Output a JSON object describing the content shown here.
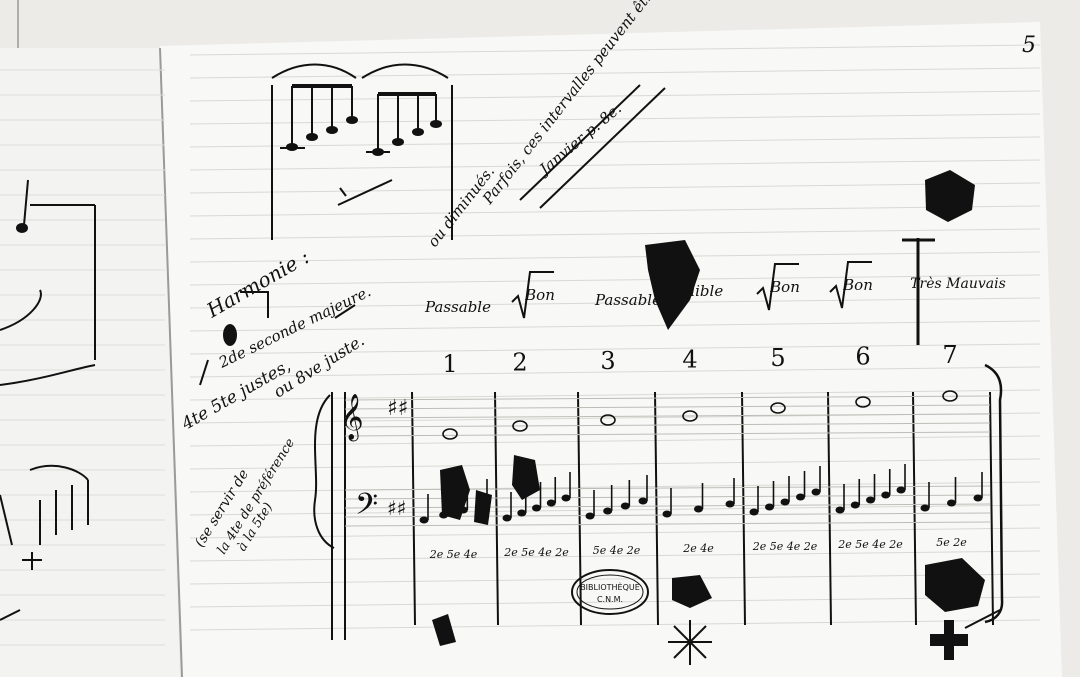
{
  "page_number": "5",
  "heading": {
    "word": "Harmonie :",
    "line1": "2de seconde majeure.",
    "line2": "4te 5te justes,",
    "line3": "ou 8ve juste.",
    "aside1": "Parfois, ces intervalles peuvent être augmentés",
    "aside2": "ou diminués.",
    "ref": "Janvier p. 8e."
  },
  "side_note": {
    "line1": "(se servir de",
    "line2": "la 4te de préférence",
    "line3": "à la 5te)"
  },
  "ratings": [
    "Passable",
    "Bon",
    "Passable",
    "Faible",
    "Bon",
    "Bon",
    "Très Mauvais"
  ],
  "columns": [
    {
      "number": "1",
      "intervals": "2e 5e 4e"
    },
    {
      "number": "2",
      "intervals": "2e 5e 4e 2e"
    },
    {
      "number": "3",
      "intervals": "5e 4e 2e"
    },
    {
      "number": "4",
      "intervals": "2e 4e"
    },
    {
      "number": "5",
      "intervals": "2e 5e 4e 2e"
    },
    {
      "number": "6",
      "intervals": "2e 5e 4e 2e"
    },
    {
      "number": "7",
      "intervals": "5e 2e"
    }
  ],
  "stamp": {
    "line1": "BIBLIOTHÈQUE",
    "line2": "C.N.M."
  },
  "colors": {
    "paper": "#f7f7f5",
    "ink": "#111111",
    "staff": "#d6d6d2"
  }
}
